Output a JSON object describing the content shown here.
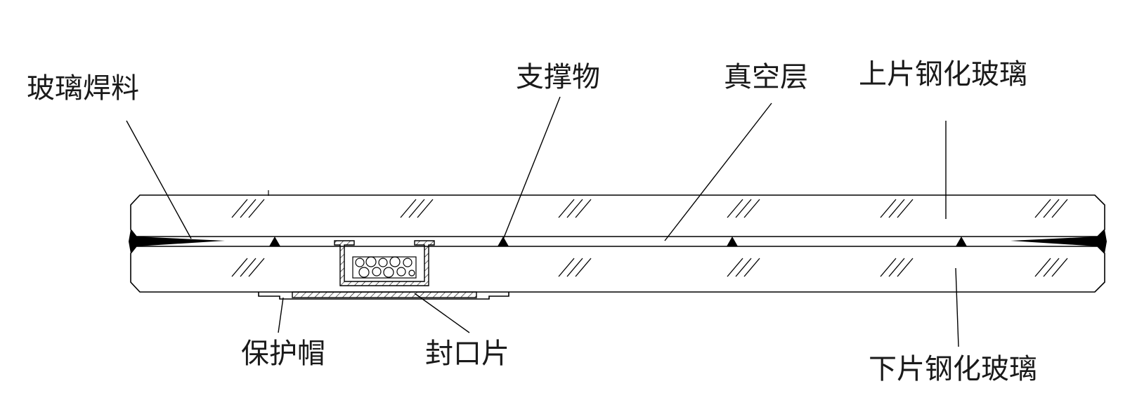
{
  "labels": {
    "glass_solder": "玻璃焊料",
    "support": "支撑物",
    "vacuum_layer": "真空层",
    "upper_glass": "上片钢化玻璃",
    "protective_cap": "保护帽",
    "sealing_piece": "封口片",
    "lower_glass": "下片钢化玻璃"
  },
  "colors": {
    "line": "#000000",
    "text": "#1a1a1a",
    "background": "#ffffff"
  }
}
